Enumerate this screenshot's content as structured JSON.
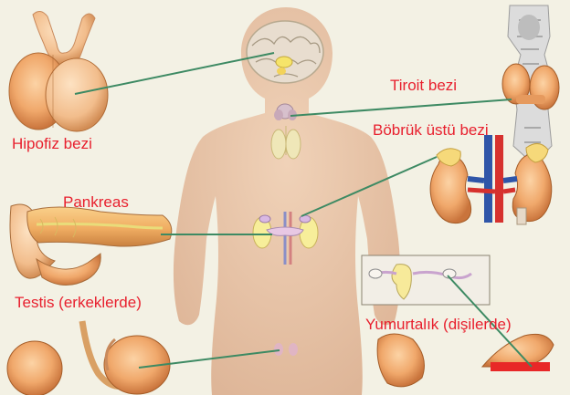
{
  "labels": {
    "pituitary": "Hipofiz bezi",
    "thyroid": "Tiroit bezi",
    "adrenal": "Böbrük üstü bezi",
    "pancreas": "Pankreas",
    "testis": "Testis (erkeklerde)",
    "ovary": "Yumurtalık (dişilerde)"
  },
  "colors": {
    "background": "#f3f1e4",
    "body": "#e9c6a9",
    "label": "#e8202e",
    "leader_line": "#3d8a63",
    "organ_flesh": "#f2b07a",
    "organ_shade": "#c9743c",
    "brain": "#e6dccd",
    "artery": "#d6312e",
    "vein": "#2f55a8"
  }
}
